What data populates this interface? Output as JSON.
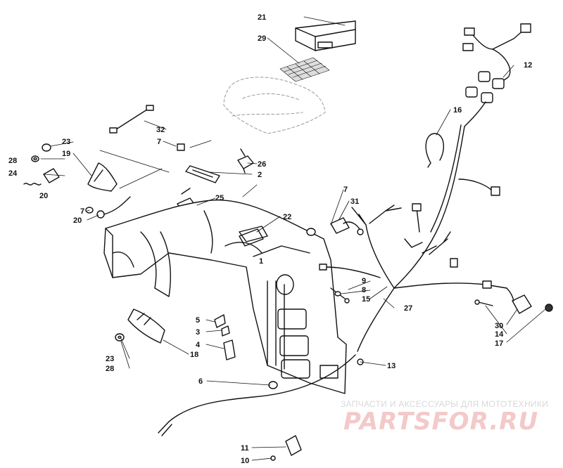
{
  "callouts": [
    "1",
    "2",
    "3",
    "4",
    "5",
    "6",
    "7",
    "7",
    "7",
    "8",
    "9",
    "10",
    "11",
    "12",
    "13",
    "14",
    "15",
    "16",
    "17",
    "18",
    "19",
    "20",
    "20",
    "21",
    "22",
    "23",
    "23",
    "24",
    "25",
    "26",
    "27",
    "28",
    "28",
    "29",
    "30",
    "31",
    "32"
  ],
  "watermark": {
    "tagline": "ЗАПЧАСТИ И АКСЕССУАРЫ ДЛЯ МОТОТЕХНИКИ",
    "logo_text": "PARTSFOR.RU",
    "color": "#f3c9c9"
  }
}
